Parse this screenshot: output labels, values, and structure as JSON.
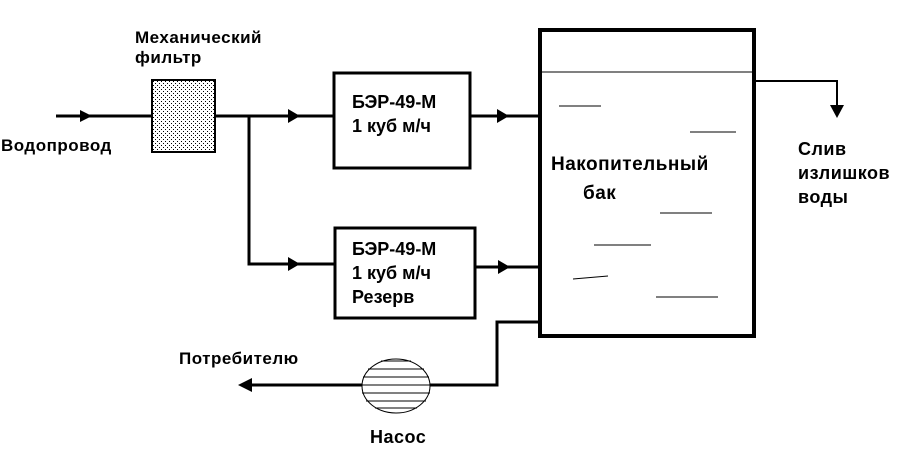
{
  "diagram": {
    "type": "process-flow",
    "labels": {
      "inlet": "Водопровод",
      "filter_line1": "Механический",
      "filter_line2": "фильтр",
      "unit1_line1": "БЭР-49-М",
      "unit1_line2": "1 куб м/ч",
      "unit2_line1": "БЭР-49-М",
      "unit2_line2": "1 куб м/ч",
      "unit2_line3": "Резерв",
      "tank_line1": "Накопительный",
      "tank_line2": "бак",
      "drain_line1": "Слив",
      "drain_line2": "излишков",
      "drain_line3": "воды",
      "consumer": "Потребителю",
      "pump": "Насос"
    },
    "colors": {
      "stroke": "#000000",
      "background": "#ffffff",
      "filter_fill": "#e6e6e6"
    }
  }
}
